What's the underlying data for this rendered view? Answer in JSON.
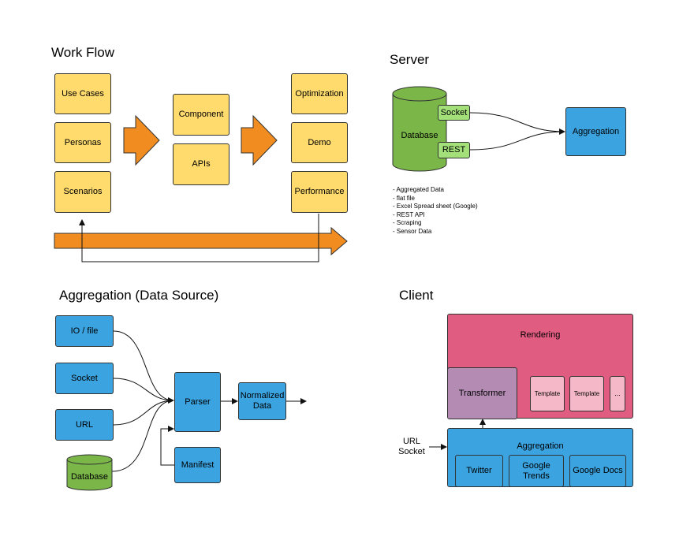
{
  "workflow": {
    "title": "Work Flow",
    "col1": [
      "Use Cases",
      "Personas",
      "Scenarios"
    ],
    "col2": [
      "Component",
      "APIs"
    ],
    "col3": [
      "Optimization",
      "Demo",
      "Performance"
    ]
  },
  "server": {
    "title": "Server",
    "database": "Database",
    "socket": "Socket",
    "rest": "REST",
    "aggregation": "Aggregation",
    "list": [
      "- Aggregated Data",
      "- flat file",
      "- Excel Spread sheet (Google)",
      "- REST API",
      "- Scraping",
      "- Sensor Data"
    ]
  },
  "aggregation_ds": {
    "title": "Aggregation (Data Source)",
    "io_file": "IO / file",
    "socket": "Socket",
    "url": "URL",
    "database": "Database",
    "parser": "Parser",
    "normalized_1": "Normalized",
    "normalized_2": "Data",
    "manifest": "Manifest"
  },
  "client": {
    "title": "Client",
    "rendering": "Rendering",
    "transformer": "Transformer",
    "templates": [
      "Template",
      "Template",
      "..."
    ],
    "aggregation": "Aggregation",
    "twitter": "Twitter",
    "google_trends_1": "Google",
    "google_trends_2": "Trends",
    "google_docs": "Google Docs",
    "url": "URL",
    "socket": "Socket"
  },
  "colors": {
    "yellow": "#ffdb6e",
    "orange_arrow": "#f08c20",
    "blue": "#3aa3e0",
    "green": "#7ab648",
    "light_green": "#a3e07a",
    "pink": "#e05c80",
    "light_pink": "#f5b8c8",
    "purple": "#b38bb3"
  }
}
